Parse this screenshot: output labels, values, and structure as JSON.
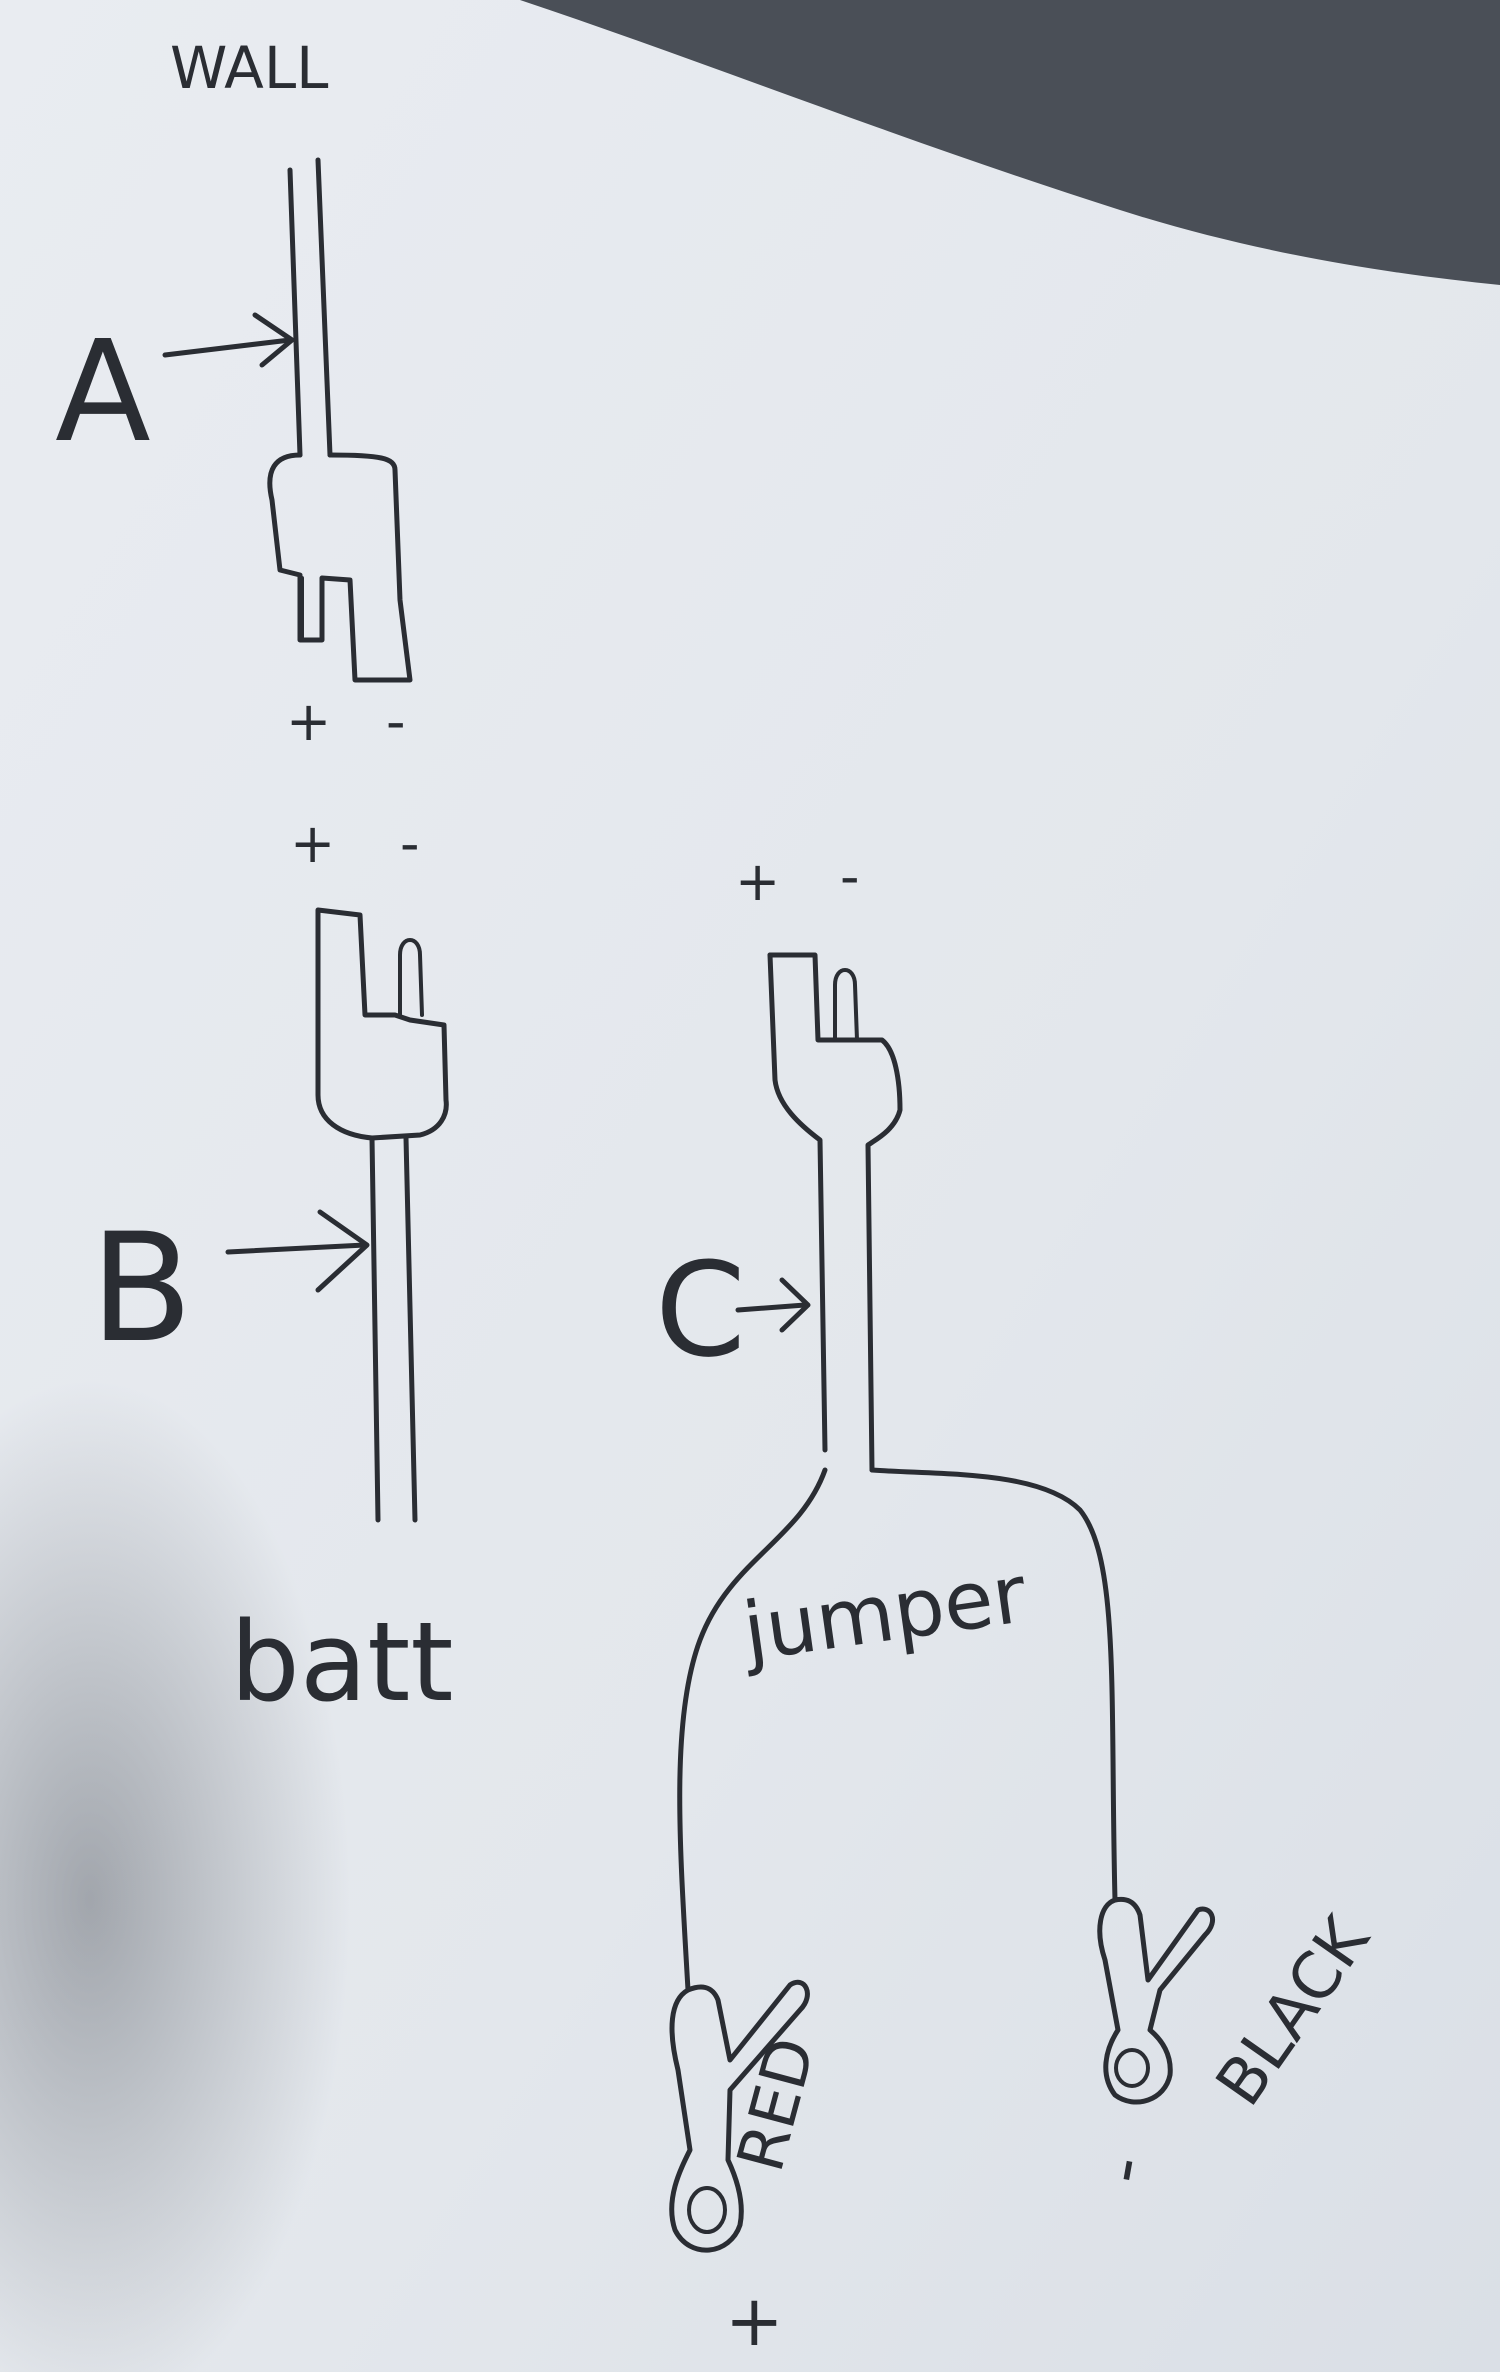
{
  "labels": {
    "wall": "WALL",
    "a": "A",
    "b": "B",
    "c": "C",
    "batt": "batt",
    "jumper": "jumper",
    "red": "RED",
    "black": "BLACK",
    "plus": "+",
    "minus": "-"
  },
  "colors": {
    "paper": "#e6e9ee",
    "background": "#4a4f57",
    "ink": "#2a2d33"
  }
}
